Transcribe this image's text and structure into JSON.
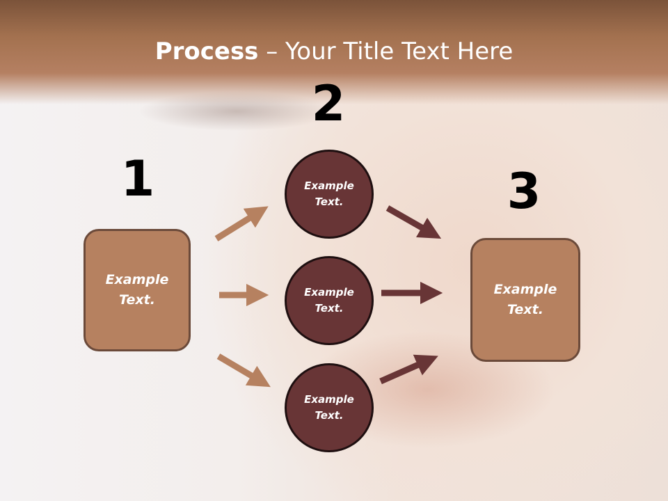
{
  "slide": {
    "title_bold": "Process",
    "title_rest": " – Your Title Text Here"
  },
  "steps": {
    "step1_number": "1",
    "step2_number": "2",
    "step3_number": "3"
  },
  "nodes": {
    "left_box_text": "Example\nText.",
    "circle_top_text": "Example\nText.",
    "circle_middle_text": "Example\nText.",
    "circle_bottom_text": "Example\nText.",
    "right_box_text": "Example\nText."
  },
  "colors": {
    "box_fill": "#b68160",
    "circle_fill": "#683536",
    "arrow_light": "#b68160",
    "arrow_dark": "#683536",
    "header": "#a3714f"
  }
}
